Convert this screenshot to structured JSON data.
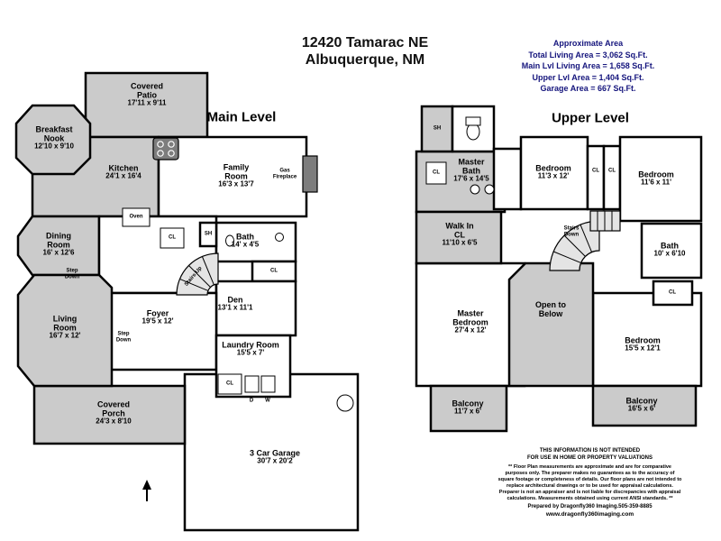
{
  "title": {
    "line1": "12420 Tamarac NE",
    "line2": "Albuquerque, NM"
  },
  "area_summary": {
    "heading": "Approximate Area",
    "total": "Total Living Area = 3,062 Sq.Ft.",
    "main": "Main Lvl Living Area = 1,658 Sq.Ft.",
    "upper": "Upper Lvl Area = 1,404 Sq.Ft.",
    "garage": "Garage Area = 667 Sq.Ft."
  },
  "main_level": {
    "label": "Main Level",
    "rooms": [
      {
        "name": "Covered Patio",
        "dims": "17'11 x 9'11"
      },
      {
        "name": "Breakfast Nook",
        "dims": "12'10 x 9'10"
      },
      {
        "name": "Kitchen",
        "dims": "24'1 x 16'4"
      },
      {
        "name": "Family Room",
        "dims": "16'3 x 13'7"
      },
      {
        "name": "Dining Room",
        "dims": "16' x 12'6"
      },
      {
        "name": "Bath",
        "dims": "14' x 4'5"
      },
      {
        "name": "Den",
        "dims": "13'1 x 11'1"
      },
      {
        "name": "Foyer",
        "dims": "19'5 x 12'"
      },
      {
        "name": "Living Room",
        "dims": "16'7 x 12'"
      },
      {
        "name": "Covered Porch",
        "dims": "24'3 x 8'10"
      },
      {
        "name": "Laundry Room",
        "dims": "15'5 x 7'"
      },
      {
        "name": "3 Car Garage",
        "dims": "30'7 x 20'2"
      }
    ],
    "annotations": {
      "gas_fireplace": "Gas Fireplace",
      "oven": "Oven",
      "closet": "CL",
      "shower": "SH",
      "dryer": "D",
      "washer": "W",
      "step_down": "Step Down",
      "stairs_up": "Stairs Up"
    }
  },
  "upper_level": {
    "label": "Upper Level",
    "rooms": [
      {
        "name": "Master Bath",
        "dims": "17'6 x 14'5"
      },
      {
        "name": "Bedroom",
        "dims": "11'3 x 12'"
      },
      {
        "name": "Bedroom",
        "dims": "11'6 x 11'"
      },
      {
        "name": "Walk In CL",
        "dims": "11'10 x 6'5"
      },
      {
        "name": "Bath",
        "dims": "10' x 6'10"
      },
      {
        "name": "Master Bedroom",
        "dims": "27'4 x 12'"
      },
      {
        "name": "Bedroom",
        "dims": "15'5 x 12'1"
      },
      {
        "name": "Balcony",
        "dims": "11'7 x 6'"
      },
      {
        "name": "Balcony",
        "dims": "16'5 x 6'"
      }
    ],
    "annotations": {
      "closet": "CL",
      "shower": "SH",
      "stairs_down": "Stairs Down",
      "open_to_below": "Open to Below"
    }
  },
  "disclaimer": {
    "heading1": "THIS INFORMATION IS NOT INTENDED",
    "heading2": "FOR USE IN HOME OR PROPERTY VALUATIONS",
    "body": "** Floor Plan measurements are approximate and are for comparative purposes only. The preparer makes no guarantees as to the accuracy of square footage or completeness of details. Our floor plans are not intended to replace architectural drawings or to be used for appraisal calculations. Preparer is not an appraiser and is not liable for discrepancies with appraisal calculations. Measurements obtained using current ANSI standards. **",
    "prepared_by": "Prepared by Dragonfly360 Imaging.505-359-8885",
    "website": "www.dragonfly360imaging.com"
  }
}
